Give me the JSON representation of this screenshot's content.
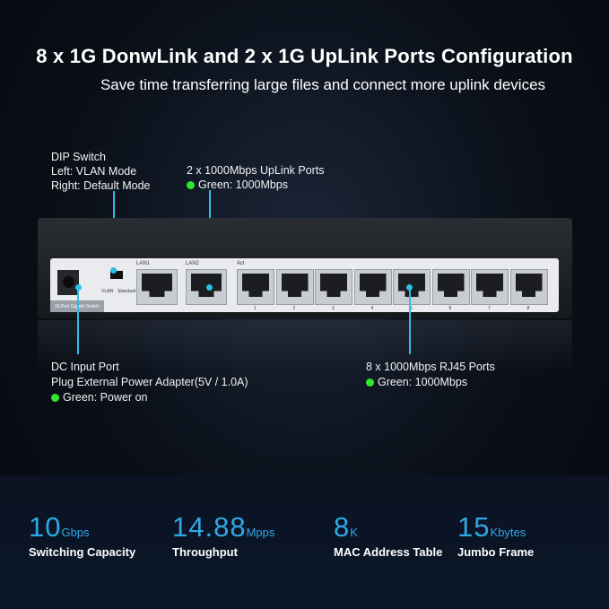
{
  "header": {
    "title": "8 x 1G DonwLink and 2 x 1G UpLink Ports Configuration",
    "subtitle": "Save time transferring large files and connect more uplink devices"
  },
  "callouts": {
    "dip": {
      "line1": "DIP Switch",
      "line2": "Left: VLAN Mode",
      "line3": "Right: Default Mode"
    },
    "uplink": {
      "line1": "2 x 1000Mbps UpLink Ports",
      "line2": "Green: 1000Mbps"
    },
    "dc": {
      "line1": "DC Input Port",
      "line2": "Plug External Power Adapter(5V / 1.0A)",
      "line3": "Green: Power on"
    },
    "rj45": {
      "line1": "8 x 1000Mbps RJ45 Ports",
      "line2": "Green: 1000Mbps"
    }
  },
  "device": {
    "model_label": "10-Port Gigabit Switch",
    "lan1": "LAN1",
    "lan2": "LAN2",
    "act": "Act",
    "vlan": "VLAN",
    "standard": "Standard",
    "ports": [
      "1",
      "2",
      "3",
      "4",
      "5",
      "6",
      "7",
      "8"
    ]
  },
  "colors": {
    "accent": "#2bc0e8",
    "led_green": "#2ee82e",
    "stat_blue": "#2fa9e6"
  },
  "stats": [
    {
      "value": "10",
      "unit": "Gbps",
      "label": "Switching Capacity"
    },
    {
      "value": "14.88",
      "unit": "Mpps",
      "label": "Throughput"
    },
    {
      "value": "8",
      "unit": "K",
      "label": "MAC Address Table"
    },
    {
      "value": "15",
      "unit": "Kbytes",
      "label": "Jumbo Frame"
    }
  ]
}
